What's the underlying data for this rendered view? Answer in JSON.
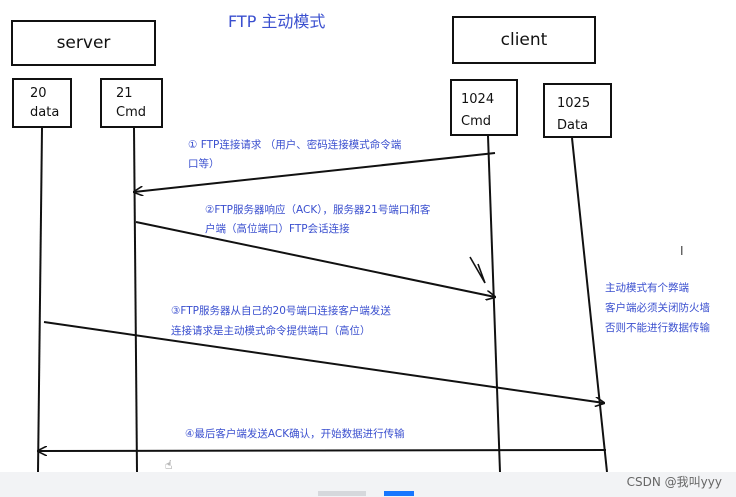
{
  "title": "FTP 主动模式",
  "nodes": {
    "server": "server",
    "client": "client",
    "port20": [
      "20",
      "data"
    ],
    "port21": [
      "21",
      "Cmd"
    ],
    "port1024": [
      "1024",
      "Cmd"
    ],
    "port1025": [
      "1025",
      "Data"
    ]
  },
  "messages": {
    "m1": [
      "① FTP连接请求 （用户、密码连接模式命令端",
      "口等）"
    ],
    "m2": [
      "②FTP服务器响应（ACK），服务器21号端口和客",
      "户端（高位端口）FTP会话连接"
    ],
    "m3": [
      "③FTP服务器从自己的20号端口连接客户端发送",
      "连接请求是主动模式命令提供端口（高位）"
    ],
    "m4": "④最后客户端发送ACK确认，开始数据进行传输"
  },
  "note": [
    "主动模式有个弊端",
    "客户端必须关闭防火墙",
    "否则不能进行数据传输"
  ],
  "watermark": "CSDN @我叫yyy",
  "cursor_text": "I",
  "colors": {
    "text_blue": "#3a4fcf",
    "line": "#111111"
  }
}
